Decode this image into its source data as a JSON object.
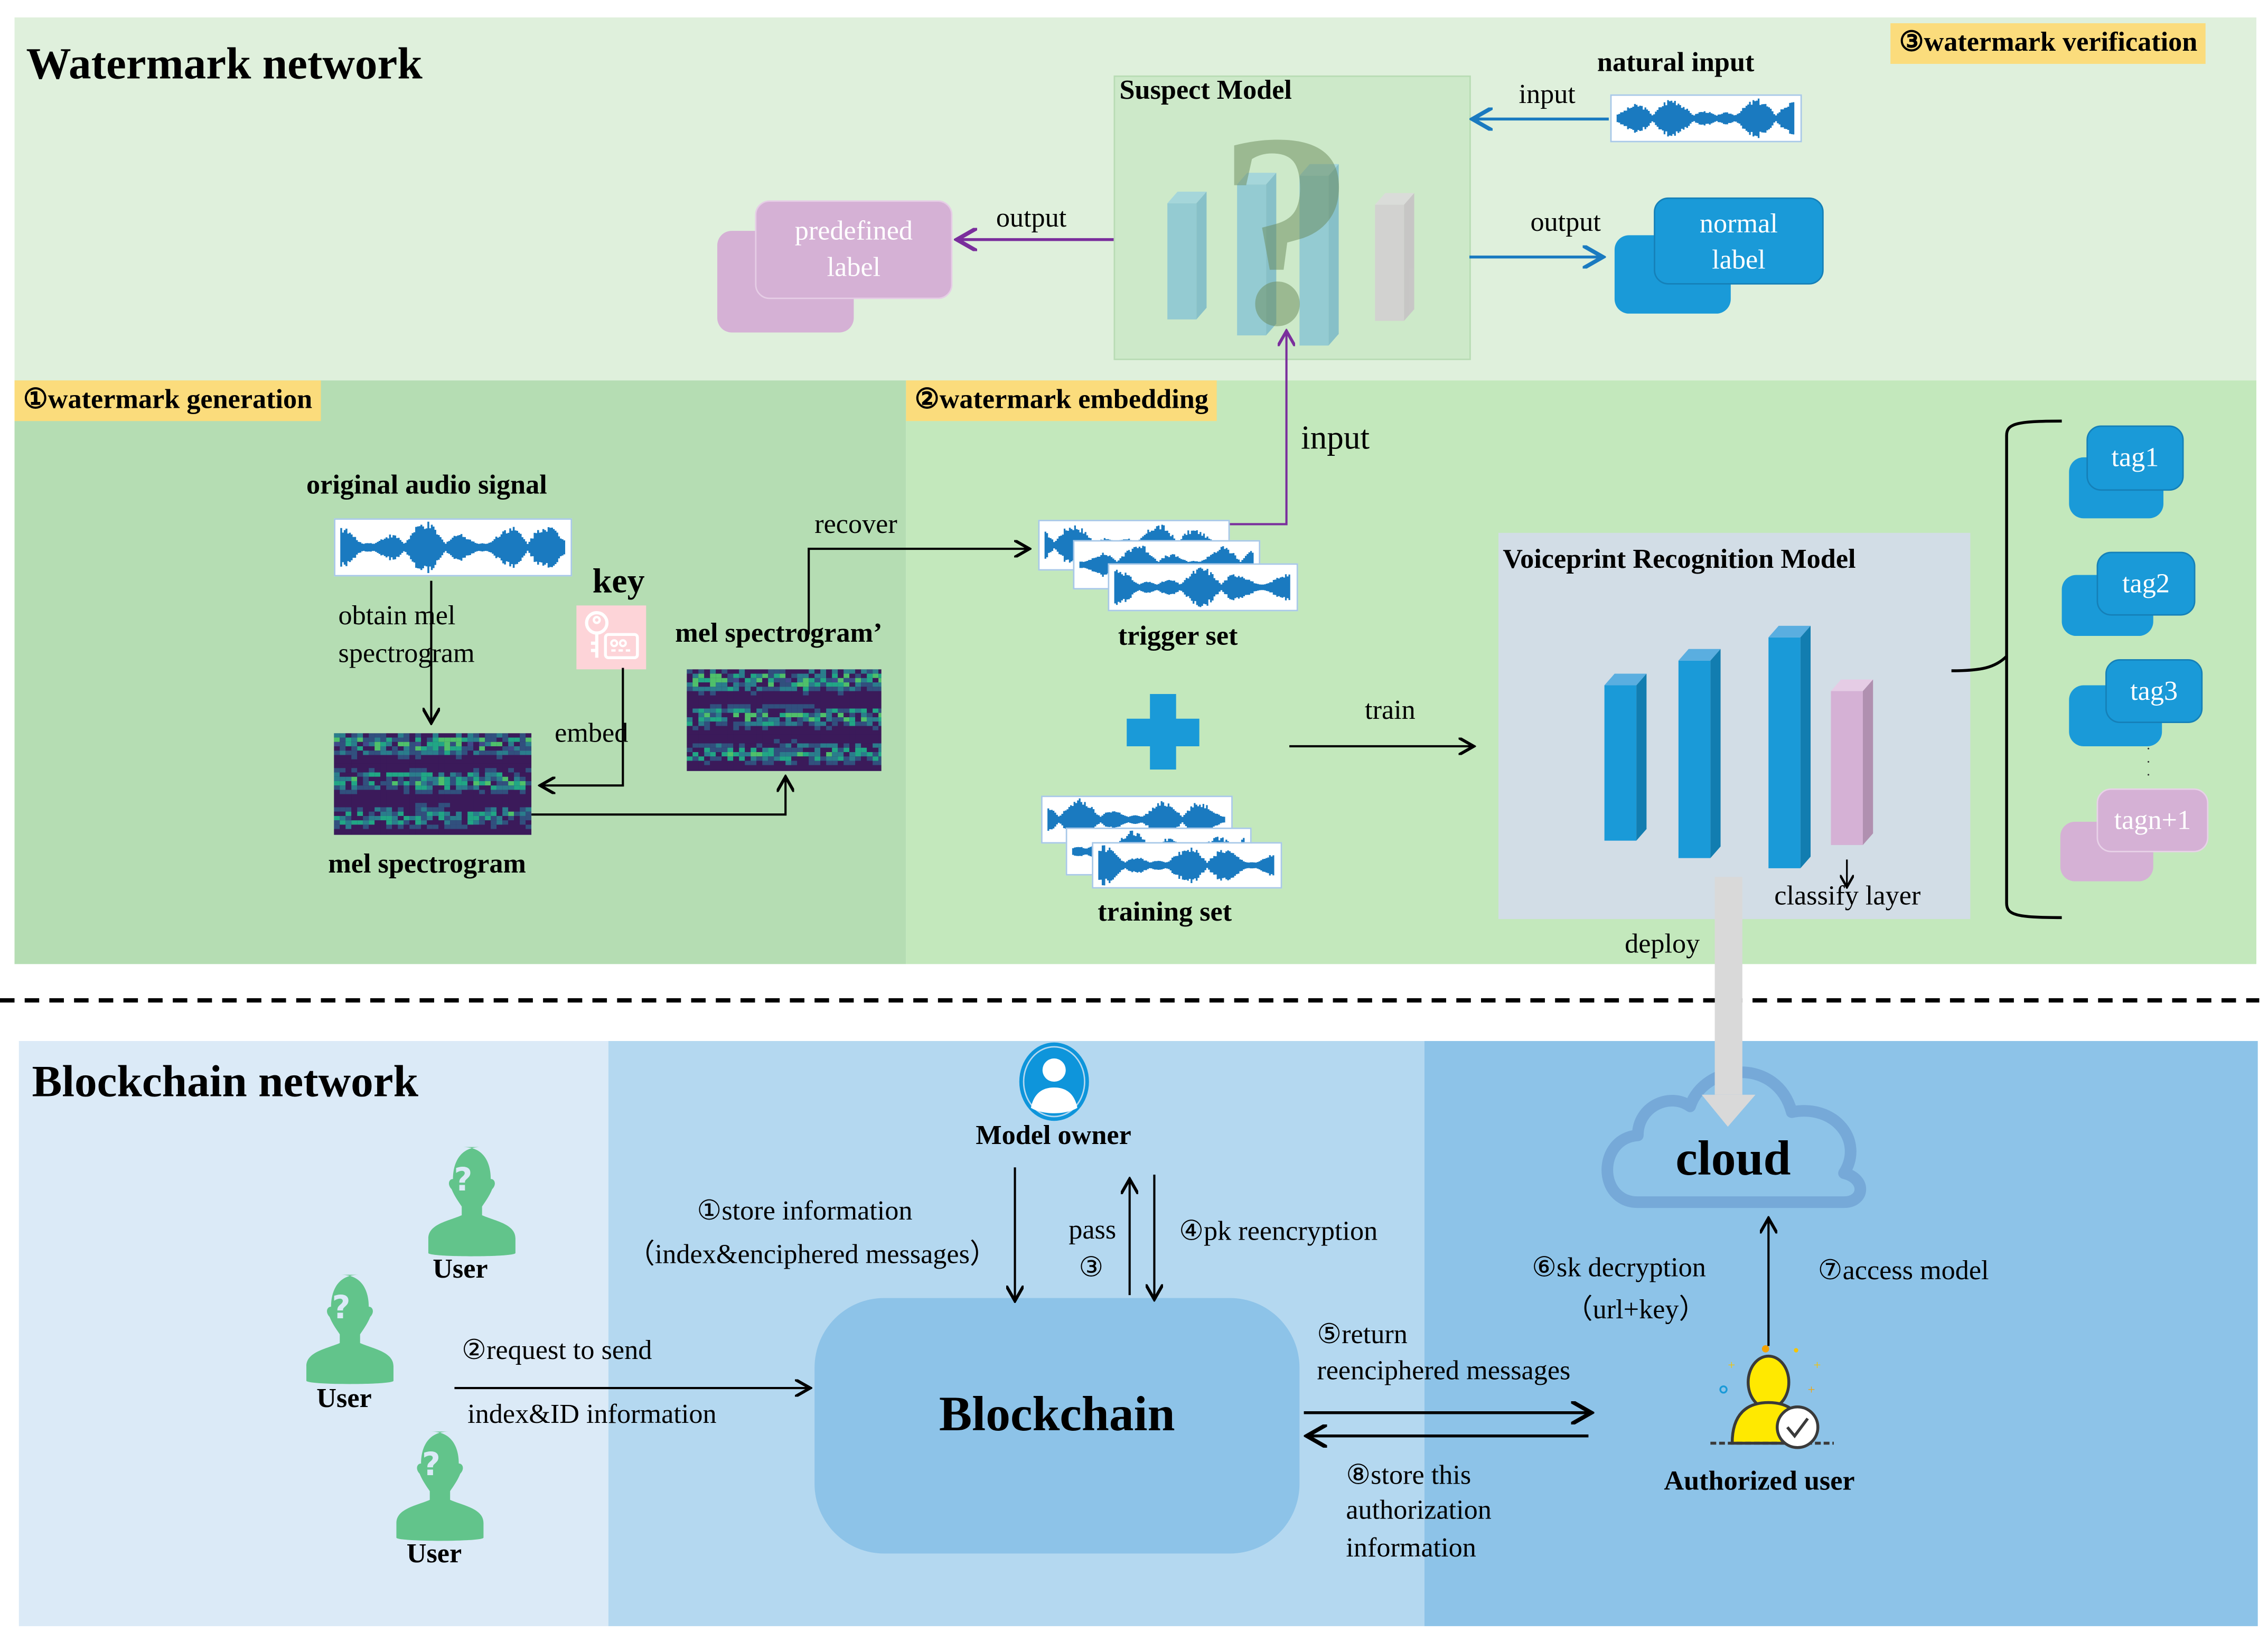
{
  "watermark_network": {
    "title": "Watermark network",
    "verification": {
      "badge": "③watermark verification",
      "suspect_model_label": "Suspect Model",
      "natural_input_label": "natural input",
      "input_label": "input",
      "output_left_label": "output",
      "output_right_label": "output",
      "predefined_label_line1": "predefined",
      "predefined_label_line2": "label",
      "normal_label_line1": "normal",
      "normal_label_line2": "label"
    },
    "generation": {
      "badge": "①watermark generation",
      "original_audio_label": "original audio signal",
      "obtain_mel_line1": "obtain mel",
      "obtain_mel_line2": "spectrogram",
      "key_label": "key",
      "embed_label": "embed",
      "mel_spectrogram_label": "mel spectrogram",
      "mel_spectrogram_prime_label": "mel spectrogram’"
    },
    "embedding": {
      "badge": "②watermark embedding",
      "recover_label": "recover",
      "input_label": "input",
      "trigger_set_label": "trigger set",
      "training_set_label": "training set",
      "train_label": "train",
      "model_title": "Voiceprint Recognition Model",
      "classify_layer_label": "classify layer",
      "deploy_label": "deploy",
      "tags": [
        "tag1",
        "tag2",
        "tag3",
        "tagn+1"
      ],
      "ellipsis": "·\n·\n·"
    }
  },
  "blockchain_network": {
    "title": "Blockchain network",
    "users": [
      "User",
      "User",
      "User"
    ],
    "request_label": "②request to send",
    "index_id_label": "index&ID information",
    "model_owner_label": "Model owner",
    "store_info_line1": "①store information",
    "store_info_line2": "（index&enciphered messages）",
    "pass_label": "pass",
    "pass_step": "③",
    "pk_reencryption_label": "④pk reencryption",
    "blockchain_label": "Blockchain",
    "return_line1": "⑤return",
    "return_line2": "reenciphered messages",
    "store_auth_line1": "⑧store this",
    "store_auth_line2": "authorization",
    "store_auth_line3": "information",
    "cloud_label": "cloud",
    "sk_decryption_line1": "⑥sk decryption",
    "sk_decryption_line2": "（url+key）",
    "access_model_label": "⑦access model",
    "authorized_user_label": "Authorized user"
  },
  "colors": {
    "verification_bg": "#dff0dc",
    "generation_bg": "#b5ddb3",
    "embedding_bg": "#c3e8bc",
    "badge": "#fbdc7c",
    "blue_layer": "#1a9ad8",
    "pink_layer": "#d5b1d5",
    "bc_left": "#dbeaf7",
    "bc_mid": "#b4d8f0",
    "bc_right": "#8dc3e8",
    "blockchain_box": "#8dc3e8",
    "user_green": "#62c48b",
    "purple_arrow": "#7a2e9c"
  }
}
